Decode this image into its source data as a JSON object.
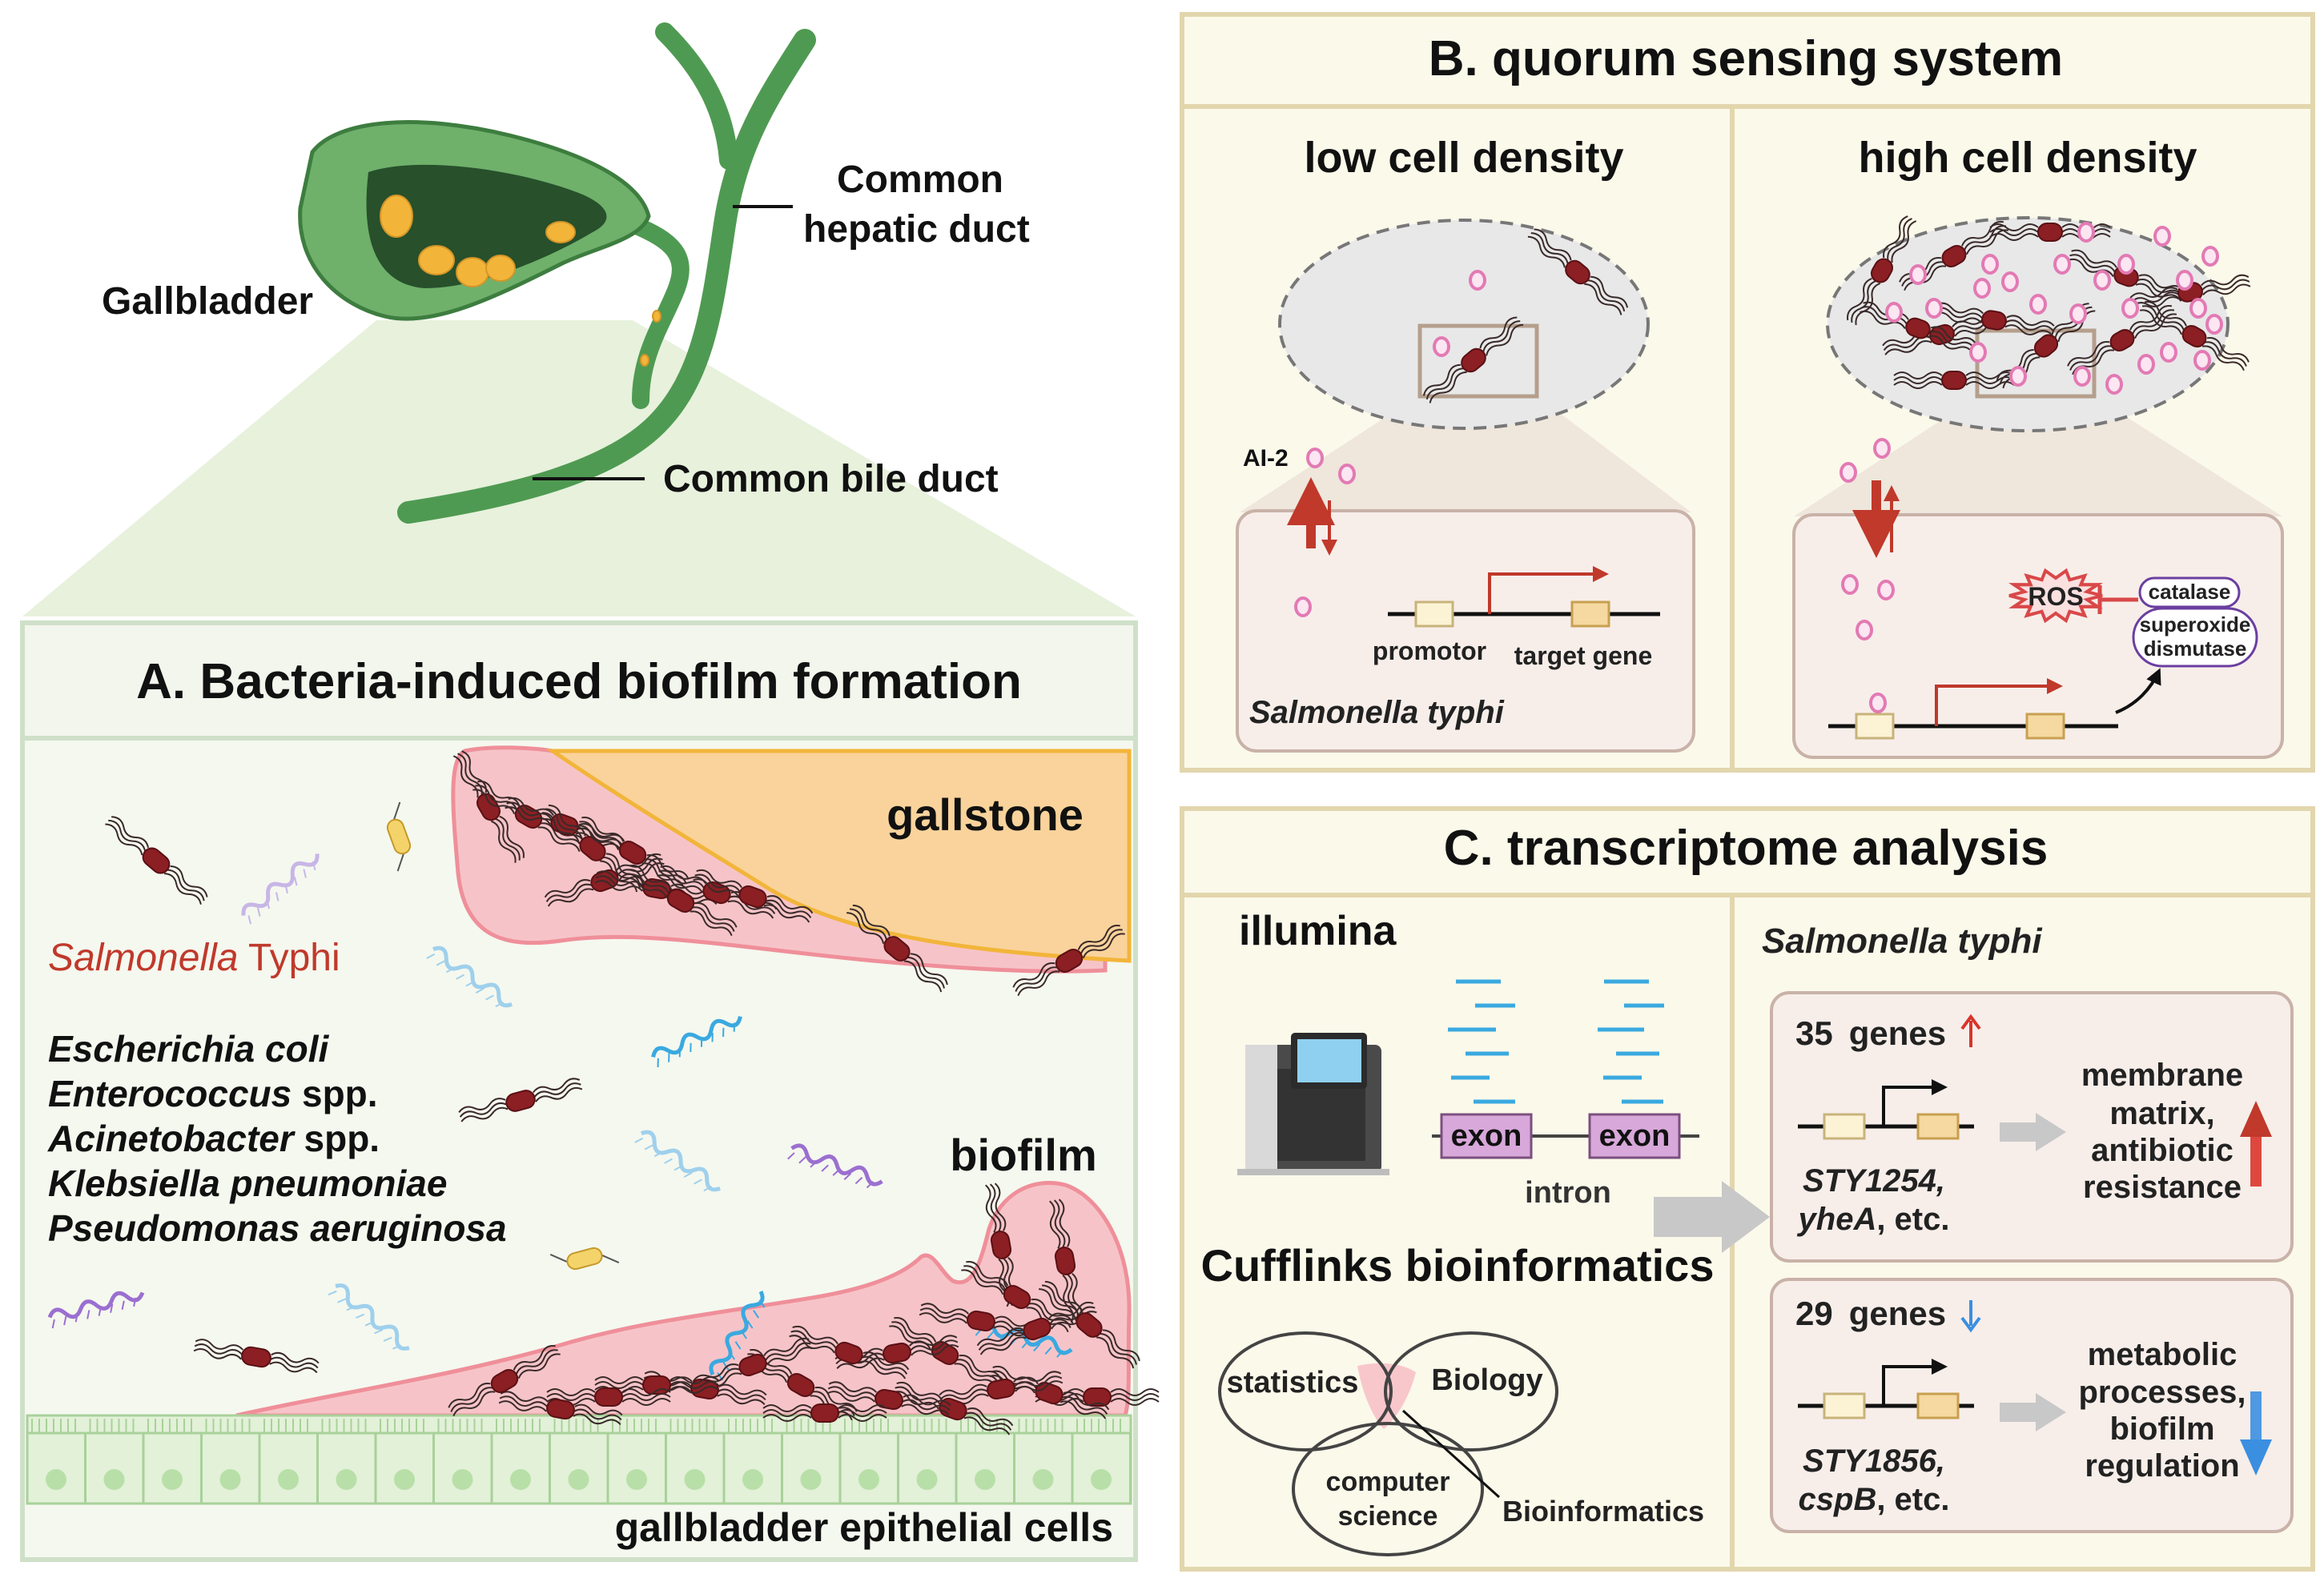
{
  "colors": {
    "panel_bg": "#fbf9ea",
    "panel_border": "#e2d6ad",
    "panelA_border": "#cfe0c9",
    "panelA_bg": "#f5f8ef",
    "gallbladder_green": "#6fb06b",
    "duct_green": "#4f9a52",
    "biofilm_pink": "#f6c4c8",
    "biofilm_edge": "#ef8f9a",
    "bacteria": "#8b1f23",
    "gallstone": "#f9d39b",
    "gallstone_edge": "#f2b53a",
    "ai2": "#e37ab4",
    "arrow_red": "#c0392b",
    "arrow_up_red": "#d9352b",
    "arrow_down_blue": "#3b8fe0",
    "exon_purple": "#d7a8d9",
    "read_blue": "#3aa9e0",
    "text_dark": "#111111",
    "salmonella_red": "#c0392b"
  },
  "anatomy": {
    "gallbladder": "Gallbladder",
    "common_hepatic_duct_line1": "Common",
    "common_hepatic_duct_line2": "hepatic duct",
    "common_bile_duct": "Common bile duct"
  },
  "panel_a": {
    "title": "A. Bacteria-induced biofilm formation",
    "gallstone": "gallstone",
    "biofilm": "biofilm",
    "epithelial": "gallbladder epithelial cells",
    "salmonella_genus": "Salmonella",
    "salmonella_species": " Typhi",
    "species": [
      {
        "italic": "Escherichia coli",
        "plain": ""
      },
      {
        "italic": "Enterococcus",
        "plain": " spp."
      },
      {
        "italic": "Acinetobacter",
        "plain": " spp."
      },
      {
        "italic": "Klebsiella pneumoniae",
        "plain": ""
      },
      {
        "italic": "Pseudomonas aeruginosa",
        "plain": ""
      }
    ]
  },
  "panel_b": {
    "title": "B. quorum sensing system",
    "low_density": "low cell density",
    "high_density": "high cell density",
    "ai2": "AI-2",
    "promotor": "promotor",
    "target_gene": "target gene",
    "organism": "Salmonella typhi",
    "ros": "ROS",
    "catalase": "catalase",
    "sod_line1": "superoxide",
    "sod_line2": "dismutase"
  },
  "panel_c": {
    "title": "C. transcriptome analysis",
    "illumina": "illumina",
    "exon1": "exon",
    "exon2": "exon",
    "intron": "intron",
    "cufflinks": "Cufflinks bioinformatics",
    "venn_statistics": "statistics",
    "venn_biology": "Biology",
    "venn_cs_line1": "computer",
    "venn_cs_line2": "science",
    "venn_bioinformatics": "Bioinformatics",
    "organism": "Salmonella typhi",
    "up": {
      "count": "35",
      "genes": "genes",
      "gene_names_line1": "STY1254,",
      "gene_names_line2_italic": "yheA",
      "gene_names_line2_plain": ", etc.",
      "effect_line1": "membrane",
      "effect_line2": "matrix,",
      "effect_line3": "antibiotic",
      "effect_line4": "resistance"
    },
    "down": {
      "count": "29",
      "genes": "genes",
      "gene_names_line1": "STY1856,",
      "gene_names_line2_italic": "cspB",
      "gene_names_line2_plain": ", etc.",
      "effect_line1": "metabolic",
      "effect_line2": "processes,",
      "effect_line3": "biofilm",
      "effect_line4": "regulation"
    }
  }
}
